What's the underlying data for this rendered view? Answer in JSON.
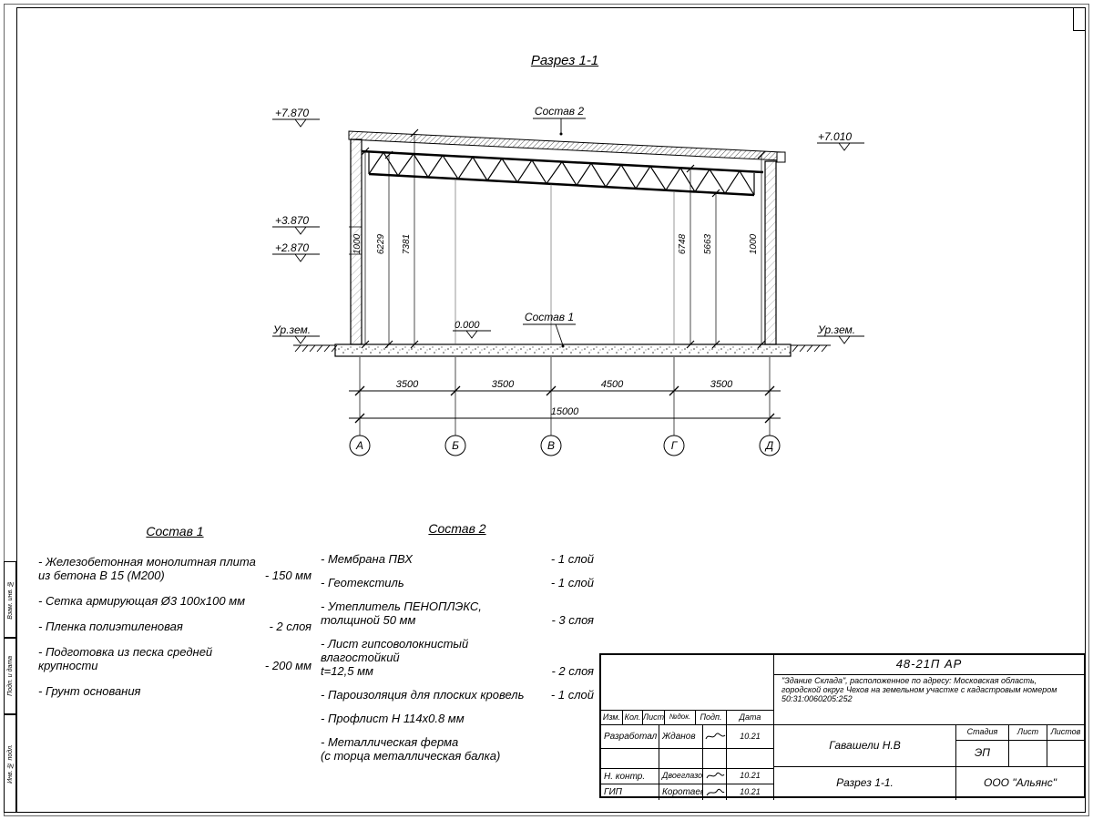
{
  "frame": {
    "side_labels": [
      "Взам. инв. №",
      "Подп. и дата",
      "Инв. № подл."
    ]
  },
  "drawing": {
    "title": "Разрез 1-1",
    "labels": {
      "sostav2": "Состав 2",
      "sostav1": "Состав 1",
      "zero": "0.000"
    },
    "elevations": {
      "left_top": "+7.870",
      "left_mid": "+3.870",
      "left_low": "+2.870",
      "left_ground": "Ур.зем.",
      "right_top": "+7.010",
      "right_ground": "Ур.зем."
    },
    "vdims_left": [
      "1000",
      "6229",
      "7381"
    ],
    "vdims_right": [
      "6748",
      "5663",
      "1000"
    ],
    "hdims": [
      "3500",
      "3500",
      "4500",
      "3500"
    ],
    "hdim_total": "15000",
    "axes": [
      "А",
      "Б",
      "В",
      "Г",
      "Д"
    ]
  },
  "sostav1": {
    "title": "Состав 1",
    "items": [
      {
        "text": "- Железобетонная  монолитная плита\nиз бетона В 15 (М200)",
        "value": "- 150 мм"
      },
      {
        "text": "- Сетка армирующая Ø3 100х100 мм",
        "value": ""
      },
      {
        "text": "- Пленка полиэтиленовая",
        "value": "-  2 слоя"
      },
      {
        "text": "- Подготовка из песка средней\nкрупности",
        "value": "- 200 мм"
      },
      {
        "text": "- Грунт основания",
        "value": ""
      }
    ]
  },
  "sostav2": {
    "title": "Состав 2",
    "items": [
      {
        "text": "- Мембрана ПВХ",
        "value": "- 1 слой"
      },
      {
        "text": "- Геотекстиль",
        "value": "- 1 слой"
      },
      {
        "text": "- Утеплитель ПЕНОПЛЭКС,\nтолщиной 50 мм",
        "value": "- 3 слоя"
      },
      {
        "text": "- Лист гипсоволокнистый влагостойкий\nt=12,5 мм",
        "value": "- 2 слоя"
      },
      {
        "text": "- Пароизоляция для плоских кровель",
        "value": "- 1 слой"
      },
      {
        "text": "- Профлист Н 114х0.8 мм",
        "value": ""
      },
      {
        "text": "- Металлическая ферма\n(с торца металлическая балка)",
        "value": ""
      }
    ]
  },
  "titleblock": {
    "code": "48-21П АР",
    "description": "\"Здание Склада\", расположенное по адресу: Московская область, городской округ Чехов на земельном участке с кадастровым номером 50:31:0060205:252",
    "col_izm": "Изм.",
    "col_kol": "Кол.",
    "col_list": "Лист",
    "col_doc": "№док.",
    "col_podp": "Подп.",
    "col_data": "Дата",
    "row1_role": "Разработал",
    "row1_name": "Жданов",
    "row1_date": "10.21",
    "row2_role": "Н. контр.",
    "row2_name": "Двоеглазов",
    "row2_date": "10.21",
    "row3_role": "ГИП",
    "row3_name": "Коротаев",
    "row3_date": "10.21",
    "approver": "Гавашели Н.В",
    "stage_label": "Стадия",
    "sheet_label": "Лист",
    "sheets_label": "Листов",
    "stage_value": "ЭП",
    "drawing_title": "Разрез 1-1.",
    "organization": "ООО \"Альянс\""
  }
}
